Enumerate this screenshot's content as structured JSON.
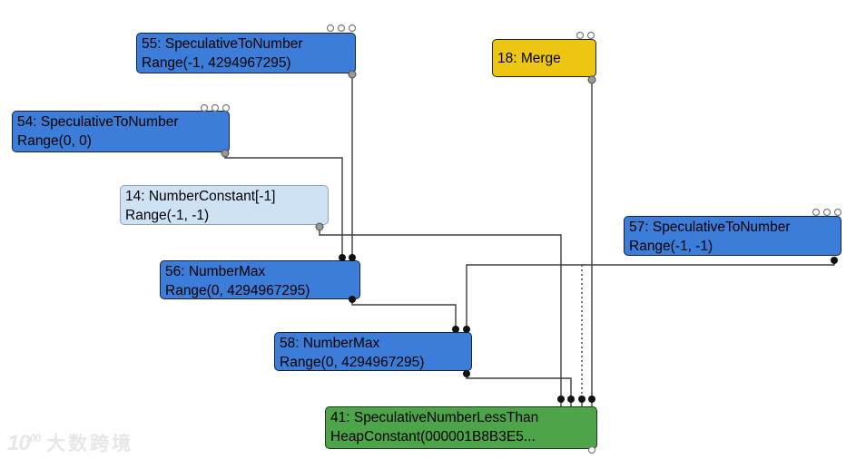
{
  "nodes": [
    {
      "id": 55,
      "line1": "55: SpeculativeToNumber",
      "line2": "Range(-1, 4294967295)",
      "color": "#3b7dd8",
      "unconnected_input_circles": 3
    },
    {
      "id": 18,
      "line1": "18: Merge",
      "color": "#edc613",
      "unconnected_input_circles": 2
    },
    {
      "id": 54,
      "line1": "54: SpeculativeToNumber",
      "line2": "Range(0, 0)",
      "color": "#3b7dd8",
      "unconnected_input_circles": 3
    },
    {
      "id": 14,
      "line1": "14: NumberConstant[-1]",
      "line2": "Range(-1, -1)",
      "color": "#cfe2f4",
      "unconnected_input_circles": 0
    },
    {
      "id": 57,
      "line1": "57: SpeculativeToNumber",
      "line2": "Range(-1, -1)",
      "color": "#3b7dd8",
      "unconnected_input_circles": 3
    },
    {
      "id": 56,
      "line1": "56: NumberMax",
      "line2": "Range(0, 4294967295)",
      "color": "#3b7dd8",
      "connected_input_dots": 2
    },
    {
      "id": 58,
      "line1": "58: NumberMax",
      "line2": "Range(0, 4294967295)",
      "color": "#3b7dd8",
      "connected_input_dots": 2
    },
    {
      "id": 41,
      "line1": "41: SpeculativeNumberLessThan",
      "line2": "HeapConstant(000001B8B3E5...",
      "color": "#4da449",
      "connected_input_dots": 4
    }
  ],
  "edges": [
    {
      "from": 55,
      "to": 56,
      "style": "solid"
    },
    {
      "from": 54,
      "to": 56,
      "style": "solid"
    },
    {
      "from": 14,
      "to": 41,
      "style": "solid"
    },
    {
      "from": 18,
      "to": 41,
      "style": "solid"
    },
    {
      "from": 56,
      "to": 58,
      "style": "solid"
    },
    {
      "from": 57,
      "to": 58,
      "style": "solid"
    },
    {
      "from": 57,
      "to": 41,
      "style": "dotted"
    },
    {
      "from": 58,
      "to": 41,
      "style": "solid"
    }
  ],
  "watermark": {
    "logo_text": "10",
    "logo_sup": "00",
    "text": "大数跨境"
  },
  "colors": {
    "operation_node": "#3b7dd8",
    "control_node": "#edc613",
    "constant_node": "#cfe2f4",
    "highlighted_node": "#4da449",
    "edge": "#3d3d3d",
    "output_dot_gray": "#999999",
    "dot_black": "#111111",
    "background": "#ffffff"
  }
}
